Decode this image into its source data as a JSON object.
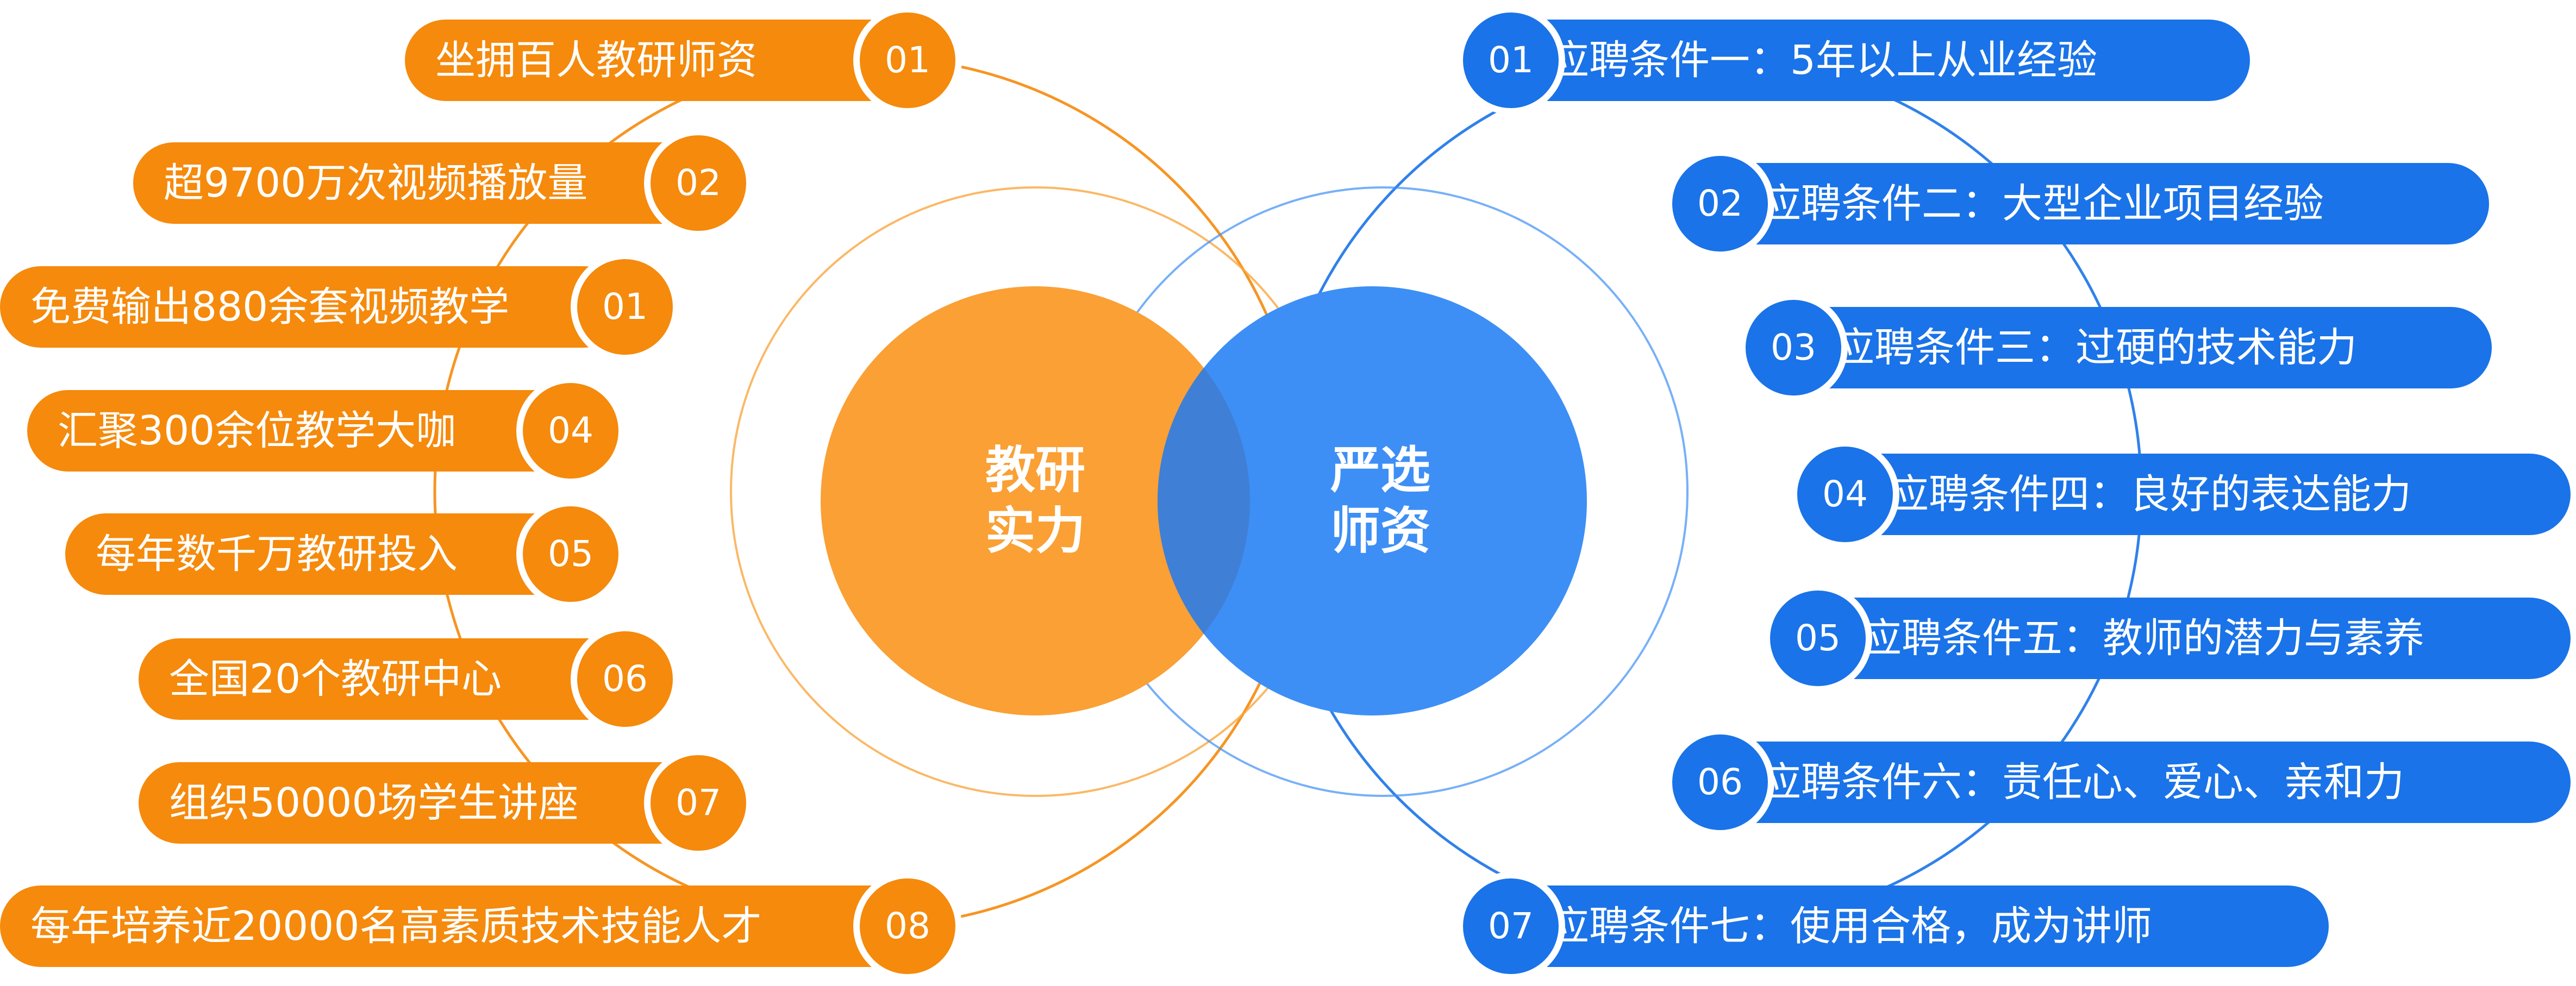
{
  "colors": {
    "orange": "#f58a0c",
    "orange_light": "#faa640",
    "blue": "#1a73e8",
    "blue_light": "#3d8ff5",
    "overlap": "#3f7fd6"
  },
  "left_group": {
    "title_line1": "教研",
    "title_line2": "实力",
    "items": [
      {
        "num": "01",
        "text": "坐拥百人教研师资"
      },
      {
        "num": "02",
        "text": "超9700万次视频播放量"
      },
      {
        "num": "01",
        "text": "免费输出880余套视频教学"
      },
      {
        "num": "04",
        "text": "汇聚300余位教学大咖"
      },
      {
        "num": "05",
        "text": "每年数千万教研投入"
      },
      {
        "num": "06",
        "text": "全国20个教研中心"
      },
      {
        "num": "07",
        "text": "组织50000场学生讲座"
      },
      {
        "num": "08",
        "text": "每年培养近20000名高素质技术技能人才"
      }
    ]
  },
  "right_group": {
    "title_line1": "严选",
    "title_line2": "师资",
    "items": [
      {
        "num": "01",
        "text": "应聘条件一：5年以上从业经验"
      },
      {
        "num": "02",
        "text": "应聘条件二：大型企业项目经验"
      },
      {
        "num": "03",
        "text": "应聘条件三：过硬的技术能力"
      },
      {
        "num": "04",
        "text": "应聘条件四：良好的表达能力"
      },
      {
        "num": "05",
        "text": "应聘条件五：教师的潜力与素养"
      },
      {
        "num": "06",
        "text": "应聘条件六：责任心、爱心、亲和力"
      },
      {
        "num": "07",
        "text": "应聘条件七：使用合格，成为讲师"
      }
    ]
  }
}
